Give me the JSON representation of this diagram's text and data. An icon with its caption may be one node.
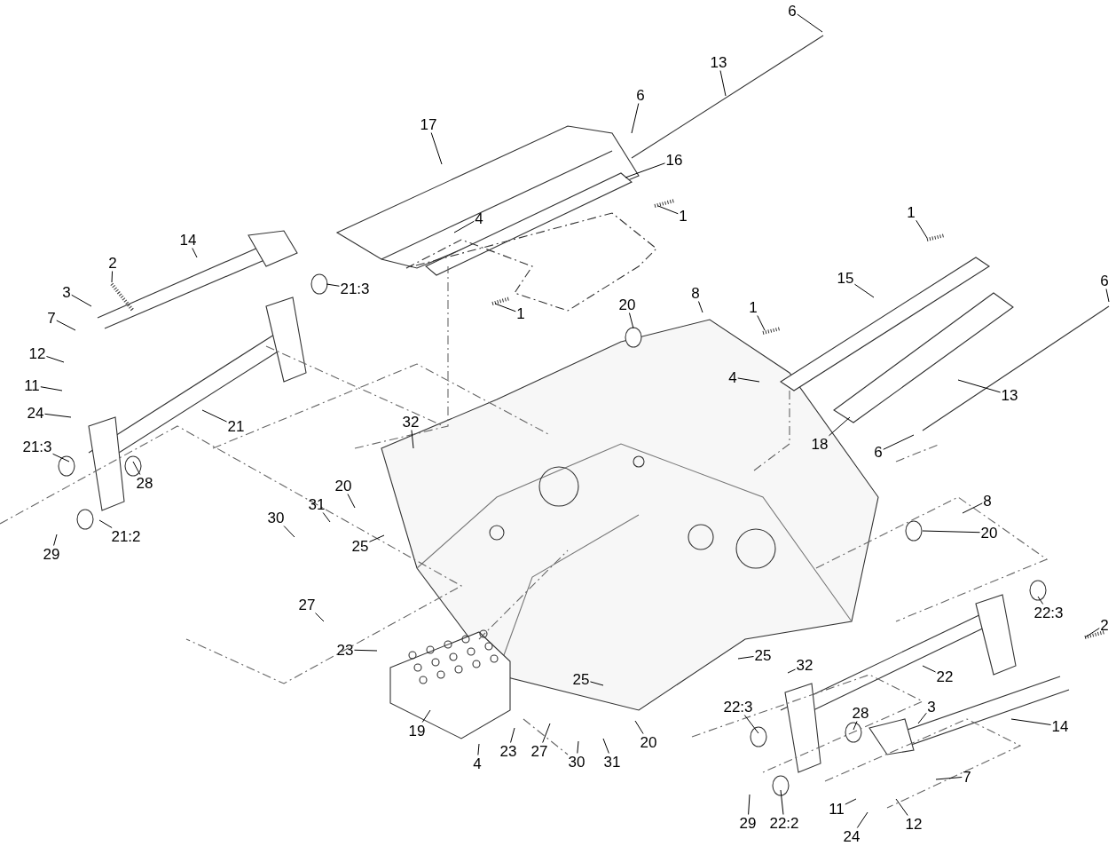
{
  "diagram": {
    "nodes": [
      {
        "text": [
          "6"
        ]
      },
      {
        "text": [
          "13"
        ]
      },
      {
        "text": [
          "6"
        ]
      },
      {
        "text": [
          "17"
        ]
      },
      {
        "text": [
          "16"
        ]
      },
      {
        "text": [
          "1"
        ]
      },
      {
        "text": [
          "4"
        ]
      },
      {
        "text": [
          "14"
        ]
      },
      {
        "text": [
          "2"
        ]
      },
      {
        "text": [
          "3"
        ]
      },
      {
        "text": [
          "7"
        ]
      },
      {
        "text": [
          "12"
        ]
      },
      {
        "text": [
          "1"
        ]
      },
      {
        "text": [
          "20"
        ]
      },
      {
        "text": [
          "8"
        ]
      },
      {
        "text": [
          "21:3"
        ]
      },
      {
        "text": [
          "11"
        ]
      },
      {
        "text": [
          "24"
        ]
      },
      {
        "text": [
          "21"
        ]
      },
      {
        "text": [
          "1"
        ]
      },
      {
        "text": [
          "15"
        ]
      },
      {
        "text": [
          "1"
        ]
      },
      {
        "text": [
          "4"
        ]
      },
      {
        "text": [
          "6"
        ]
      },
      {
        "text": [
          "13"
        ]
      },
      {
        "text": [
          "18"
        ]
      },
      {
        "text": [
          "6"
        ]
      },
      {
        "text": [
          "21:3"
        ]
      },
      {
        "text": [
          "32"
        ]
      },
      {
        "text": [
          "28"
        ]
      },
      {
        "text": [
          "20"
        ]
      },
      {
        "text": [
          "31"
        ]
      },
      {
        "text": [
          "30"
        ]
      },
      {
        "text": [
          "25"
        ]
      },
      {
        "text": [
          "21:2"
        ]
      },
      {
        "text": [
          "29"
        ]
      },
      {
        "text": [
          "8"
        ]
      },
      {
        "text": [
          "20"
        ]
      },
      {
        "text": [
          "22:3"
        ]
      },
      {
        "text": [
          "2"
        ]
      },
      {
        "text": [
          "27"
        ]
      },
      {
        "text": [
          "23"
        ]
      },
      {
        "text": [
          "25"
        ]
      },
      {
        "text": [
          "32"
        ]
      },
      {
        "text": [
          "22"
        ]
      },
      {
        "text": [
          "25"
        ]
      },
      {
        "text": [
          "14"
        ]
      },
      {
        "text": [
          "3"
        ]
      },
      {
        "text": [
          "28"
        ]
      },
      {
        "text": [
          "22:3"
        ]
      },
      {
        "text": [
          "19"
        ]
      },
      {
        "text": [
          "23"
        ]
      },
      {
        "text": [
          "27"
        ]
      },
      {
        "text": [
          "30"
        ]
      },
      {
        "text": [
          "31"
        ]
      },
      {
        "text": [
          "20"
        ]
      },
      {
        "text": [
          "4"
        ]
      },
      {
        "text": [
          "7"
        ]
      },
      {
        "text": [
          "29"
        ]
      },
      {
        "text": [
          "22:2"
        ]
      },
      {
        "text": [
          "11"
        ]
      },
      {
        "text": [
          "24"
        ]
      },
      {
        "text": [
          "12"
        ]
      }
    ],
    "edges": [
      {
        "from": 0,
        "to": null,
        "arrow": "none"
      },
      {
        "from": 1,
        "to": null,
        "arrow": "none"
      },
      {
        "from": 2,
        "to": null,
        "arrow": "none"
      },
      {
        "from": 3,
        "to": null,
        "arrow": "none"
      },
      {
        "from": 4,
        "to": null,
        "arrow": "none"
      },
      {
        "from": 5,
        "to": null,
        "arrow": "none"
      },
      {
        "from": 6,
        "to": null,
        "arrow": "none"
      },
      {
        "from": 7,
        "to": null,
        "arrow": "none"
      },
      {
        "from": 8,
        "to": null,
        "arrow": "none"
      },
      {
        "from": 9,
        "to": null,
        "arrow": "none"
      },
      {
        "from": 10,
        "to": null,
        "arrow": "none"
      },
      {
        "from": 11,
        "to": null,
        "arrow": "none"
      },
      {
        "from": 12,
        "to": null,
        "arrow": "none"
      },
      {
        "from": 13,
        "to": null,
        "arrow": "none"
      },
      {
        "from": 14,
        "to": null,
        "arrow": "none"
      },
      {
        "from": 15,
        "to": null,
        "arrow": "none"
      },
      {
        "from": 16,
        "to": null,
        "arrow": "none"
      },
      {
        "from": 17,
        "to": null,
        "arrow": "none"
      },
      {
        "from": 18,
        "to": null,
        "arrow": "none"
      },
      {
        "from": 19,
        "to": null,
        "arrow": "none"
      },
      {
        "from": 20,
        "to": null,
        "arrow": "none"
      },
      {
        "from": 21,
        "to": null,
        "arrow": "none"
      },
      {
        "from": 22,
        "to": null,
        "arrow": "none"
      },
      {
        "from": 23,
        "to": null,
        "arrow": "none"
      },
      {
        "from": 24,
        "to": null,
        "arrow": "none"
      },
      {
        "from": 25,
        "to": null,
        "arrow": "none"
      },
      {
        "from": 26,
        "to": null,
        "arrow": "none"
      },
      {
        "from": 27,
        "to": null,
        "arrow": "none"
      },
      {
        "from": 28,
        "to": null,
        "arrow": "none"
      },
      {
        "from": 29,
        "to": null,
        "arrow": "none"
      },
      {
        "from": 30,
        "to": null,
        "arrow": "none"
      },
      {
        "from": 31,
        "to": null,
        "arrow": "none"
      },
      {
        "from": 32,
        "to": null,
        "arrow": "none"
      },
      {
        "from": 33,
        "to": null,
        "arrow": "none"
      },
      {
        "from": 34,
        "to": null,
        "arrow": "none"
      },
      {
        "from": 35,
        "to": null,
        "arrow": "none"
      },
      {
        "from": 36,
        "to": null,
        "arrow": "none"
      },
      {
        "from": 37,
        "to": null,
        "arrow": "none"
      },
      {
        "from": 38,
        "to": null,
        "arrow": "none"
      },
      {
        "from": 39,
        "to": null,
        "arrow": "none"
      },
      {
        "from": 40,
        "to": null,
        "arrow": "none"
      },
      {
        "from": 41,
        "to": null,
        "arrow": "none"
      },
      {
        "from": 42,
        "to": null,
        "arrow": "none"
      },
      {
        "from": 43,
        "to": null,
        "arrow": "none"
      },
      {
        "from": 44,
        "to": null,
        "arrow": "none"
      },
      {
        "from": 45,
        "to": null,
        "arrow": "none"
      },
      {
        "from": 46,
        "to": null,
        "arrow": "none"
      },
      {
        "from": 47,
        "to": null,
        "arrow": "none"
      },
      {
        "from": 48,
        "to": null,
        "arrow": "none"
      },
      {
        "from": 49,
        "to": null,
        "arrow": "none"
      },
      {
        "from": 50,
        "to": null,
        "arrow": "none"
      },
      {
        "from": 51,
        "to": null,
        "arrow": "none"
      },
      {
        "from": 52,
        "to": null,
        "arrow": "none"
      },
      {
        "from": 53,
        "to": null,
        "arrow": "none"
      },
      {
        "from": 54,
        "to": null,
        "arrow": "none"
      },
      {
        "from": 55,
        "to": null,
        "arrow": "none"
      },
      {
        "from": 56,
        "to": null,
        "arrow": "none"
      },
      {
        "from": 57,
        "to": null,
        "arrow": "none"
      },
      {
        "from": 58,
        "to": null,
        "arrow": "none"
      },
      {
        "from": 59,
        "to": null,
        "arrow": "none"
      },
      {
        "from": 60,
        "to": null,
        "arrow": "none"
      },
      {
        "from": 61,
        "to": null,
        "arrow": "none"
      },
      {
        "from": 62,
        "to": null,
        "arrow": "none"
      }
    ]
  }
}
